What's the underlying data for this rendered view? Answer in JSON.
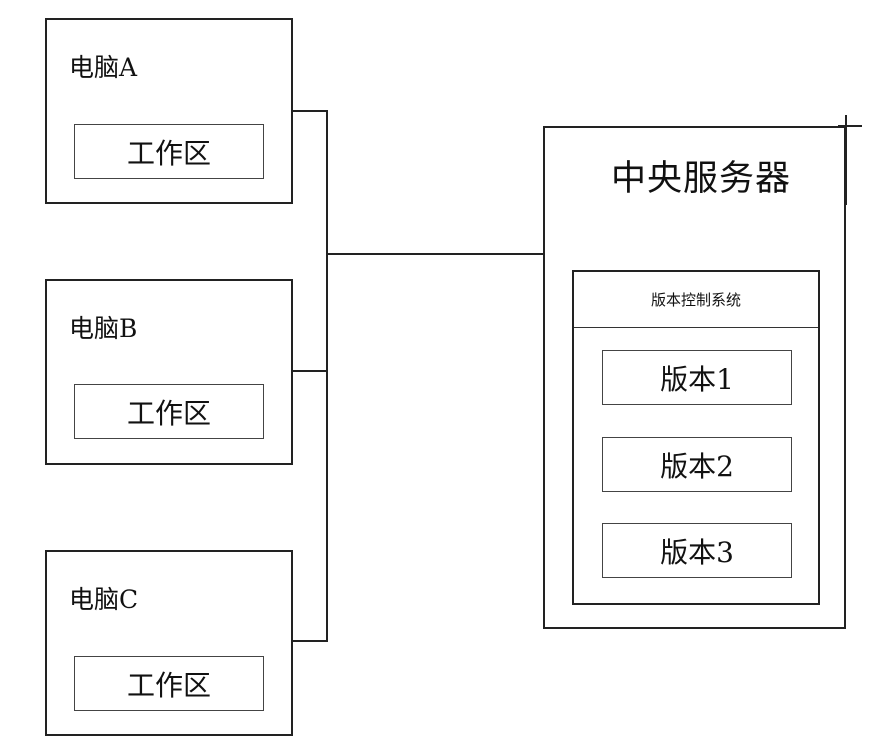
{
  "computers": [
    {
      "name": "电脑A",
      "workspace": "工作区"
    },
    {
      "name": "电脑B",
      "workspace": "工作区"
    },
    {
      "name": "电脑C",
      "workspace": "工作区"
    }
  ],
  "server": {
    "title": "中央服务器",
    "vcs": {
      "title": "版本控制系统",
      "versions": [
        "版本1",
        "版本2",
        "版本3"
      ]
    }
  }
}
